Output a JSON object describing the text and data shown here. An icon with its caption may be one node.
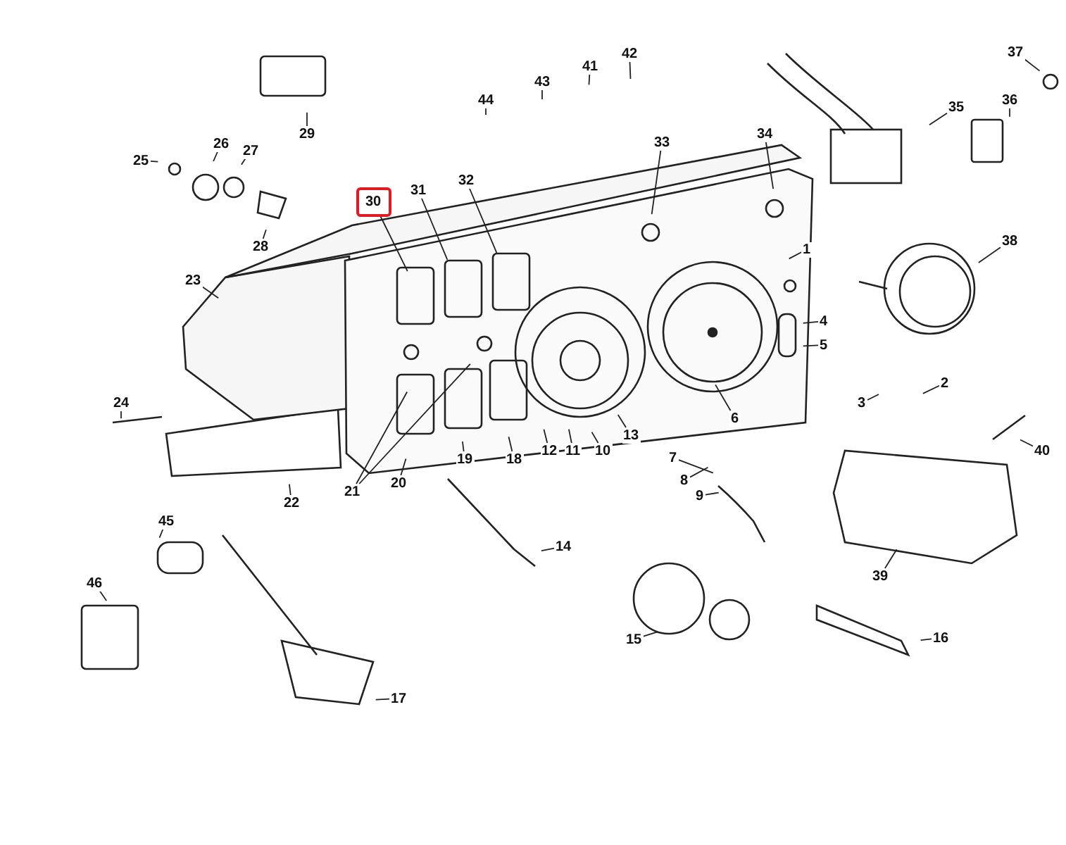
{
  "diagram": {
    "nodes": [
      {
        "text": [
          "1"
        ]
      },
      {
        "text": [
          "2"
        ]
      },
      {
        "text": [
          "3"
        ]
      },
      {
        "text": [
          "4"
        ]
      },
      {
        "text": [
          "5"
        ]
      },
      {
        "text": [
          "6"
        ]
      },
      {
        "text": [
          "7"
        ]
      },
      {
        "text": [
          "8"
        ]
      },
      {
        "text": [
          "9"
        ]
      },
      {
        "text": [
          "10"
        ]
      },
      {
        "text": [
          "11"
        ]
      },
      {
        "text": [
          "12"
        ]
      },
      {
        "text": [
          "13"
        ]
      },
      {
        "text": [
          "14"
        ]
      },
      {
        "text": [
          "15"
        ]
      },
      {
        "text": [
          "16"
        ]
      },
      {
        "text": [
          "17"
        ]
      },
      {
        "text": [
          "18"
        ]
      },
      {
        "text": [
          "19"
        ]
      },
      {
        "text": [
          "20"
        ]
      },
      {
        "text": [
          "21"
        ]
      },
      {
        "text": [
          "22"
        ]
      },
      {
        "text": [
          "23"
        ]
      },
      {
        "text": [
          "24"
        ]
      },
      {
        "text": [
          "25"
        ]
      },
      {
        "text": [
          "26"
        ]
      },
      {
        "text": [
          "27"
        ]
      },
      {
        "text": [
          "28"
        ]
      },
      {
        "text": [
          "29"
        ]
      },
      {
        "text": [
          "30"
        ]
      },
      {
        "text": [
          "31"
        ]
      },
      {
        "text": [
          "32"
        ]
      },
      {
        "text": [
          "33"
        ]
      },
      {
        "text": [
          "34"
        ]
      },
      {
        "text": [
          "35"
        ]
      },
      {
        "text": [
          "36"
        ]
      },
      {
        "text": [
          "37"
        ]
      },
      {
        "text": [
          "38"
        ]
      },
      {
        "text": [
          "39"
        ]
      },
      {
        "text": [
          "40"
        ]
      },
      {
        "text": [
          "41"
        ]
      },
      {
        "text": [
          "42"
        ]
      },
      {
        "text": [
          "43"
        ]
      },
      {
        "text": [
          "44"
        ]
      },
      {
        "text": [
          "45"
        ]
      },
      {
        "text": [
          "46"
        ]
      }
    ],
    "edges": [
      {
        "from": 0,
        "to": null,
        "arrow": "none"
      },
      {
        "from": 1,
        "to": null,
        "arrow": "none"
      },
      {
        "from": 2,
        "to": null,
        "arrow": "none"
      },
      {
        "from": 3,
        "to": null,
        "arrow": "none"
      },
      {
        "from": 4,
        "to": null,
        "arrow": "none"
      },
      {
        "from": 5,
        "to": null,
        "arrow": "none"
      },
      {
        "from": 6,
        "to": null,
        "arrow": "none"
      },
      {
        "from": 7,
        "to": null,
        "arrow": "none"
      },
      {
        "from": 8,
        "to": null,
        "arrow": "none"
      },
      {
        "from": 9,
        "to": null,
        "arrow": "none"
      },
      {
        "from": 10,
        "to": null,
        "arrow": "none"
      },
      {
        "from": 11,
        "to": null,
        "arrow": "none"
      },
      {
        "from": 12,
        "to": null,
        "arrow": "none"
      },
      {
        "from": 13,
        "to": null,
        "arrow": "none"
      },
      {
        "from": 14,
        "to": null,
        "arrow": "none"
      },
      {
        "from": 15,
        "to": null,
        "arrow": "none"
      },
      {
        "from": 16,
        "to": null,
        "arrow": "none"
      },
      {
        "from": 17,
        "to": null,
        "arrow": "none"
      },
      {
        "from": 18,
        "to": null,
        "arrow": "none"
      },
      {
        "from": 19,
        "to": null,
        "arrow": "none"
      },
      {
        "from": 20,
        "to": null,
        "arrow": "none"
      },
      {
        "from": 20,
        "to": null,
        "arrow": "none"
      },
      {
        "from": 21,
        "to": null,
        "arrow": "none"
      },
      {
        "from": 22,
        "to": null,
        "arrow": "none"
      },
      {
        "from": 23,
        "to": null,
        "arrow": "none"
      },
      {
        "from": 24,
        "to": null,
        "arrow": "none"
      },
      {
        "from": 25,
        "to": null,
        "arrow": "none"
      },
      {
        "from": 26,
        "to": null,
        "arrow": "none"
      },
      {
        "from": 27,
        "to": null,
        "arrow": "none"
      },
      {
        "from": 28,
        "to": null,
        "arrow": "none"
      },
      {
        "from": 29,
        "to": null,
        "arrow": "none"
      },
      {
        "from": 30,
        "to": null,
        "arrow": "none"
      },
      {
        "from": 31,
        "to": null,
        "arrow": "none"
      },
      {
        "from": 32,
        "to": null,
        "arrow": "none"
      },
      {
        "from": 33,
        "to": null,
        "arrow": "none"
      },
      {
        "from": 34,
        "to": null,
        "arrow": "none"
      },
      {
        "from": 35,
        "to": null,
        "arrow": "none"
      },
      {
        "from": 36,
        "to": null,
        "arrow": "none"
      },
      {
        "from": 37,
        "to": null,
        "arrow": "none"
      },
      {
        "from": 38,
        "to": null,
        "arrow": "none"
      },
      {
        "from": 39,
        "to": null,
        "arrow": "none"
      },
      {
        "from": 40,
        "to": null,
        "arrow": "none"
      },
      {
        "from": 41,
        "to": null,
        "arrow": "none"
      },
      {
        "from": 42,
        "to": null,
        "arrow": "none"
      },
      {
        "from": 43,
        "to": null,
        "arrow": "none"
      },
      {
        "from": 44,
        "to": null,
        "arrow": "none"
      },
      {
        "from": 45,
        "to": null,
        "arrow": "none"
      }
    ]
  }
}
